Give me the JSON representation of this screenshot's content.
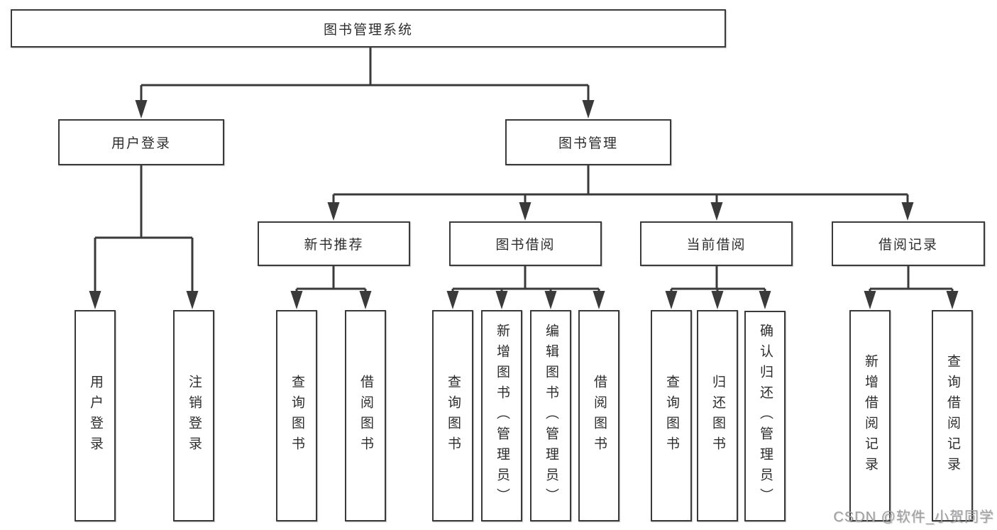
{
  "nodes": {
    "root": "图书管理系统",
    "level2": [
      "用户登录",
      "图书管理"
    ],
    "level3": [
      "新书推荐",
      "图书借阅",
      "当前借阅",
      "借阅记录"
    ],
    "login_children": [
      "用户登录",
      "注销登录"
    ],
    "newbook_children": [
      "查询图书",
      "借阅图书"
    ],
    "borrow_children": [
      "查询图书",
      "新增图书（管理员）",
      "编辑图书（管理员）",
      "借阅图书"
    ],
    "current_children": [
      "查询图书",
      "归还图书",
      "确认归还（管理员）"
    ],
    "record_children": [
      "新增借阅记录",
      "查询借阅记录"
    ]
  },
  "watermark": {
    "text": "CSDN @软件_小贺同学",
    "color": "#9e9ea0"
  },
  "colors": {
    "line": "#3a3a3a",
    "text": "#2d2d2d",
    "background": "#ffffff"
  }
}
